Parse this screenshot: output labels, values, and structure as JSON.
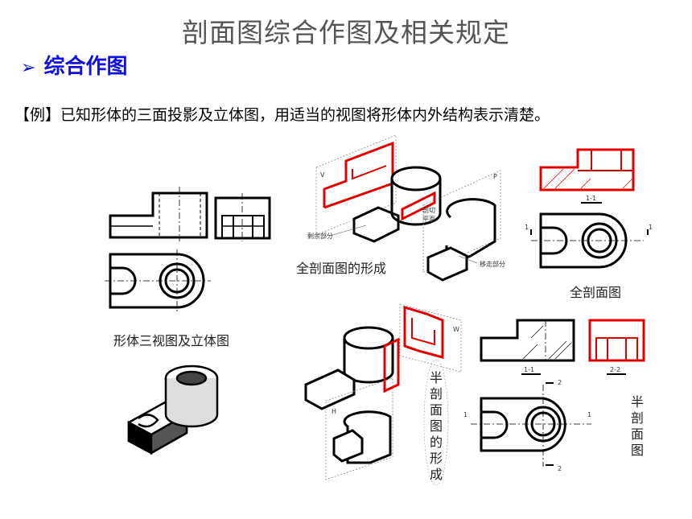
{
  "title": "剖面图综合作图及相关规定",
  "section": {
    "bullet": "➢",
    "label": "综合作图"
  },
  "example": "【例】已知形体的三面投影及立体图，用适当的视图将形体内外结构表示清楚。",
  "captions": {
    "three_views": "形体三视图及立体图",
    "full_formation": "全剖面图的形成",
    "full_section": "全剖面图",
    "half_formation": "半剖面图的形成",
    "half_section": "半剖面图"
  },
  "labels": {
    "remaining": "剩余部分",
    "removed": "移走部分",
    "cut_plane": "剖切平面",
    "v": "V",
    "p": "P",
    "w": "W",
    "h": "H",
    "section_11": "1-1",
    "section_22": "2-2",
    "mark1": "1",
    "mark2": "2"
  },
  "colors": {
    "title": "#555555",
    "accent": "#1010e0",
    "section_red": "#e00000"
  }
}
